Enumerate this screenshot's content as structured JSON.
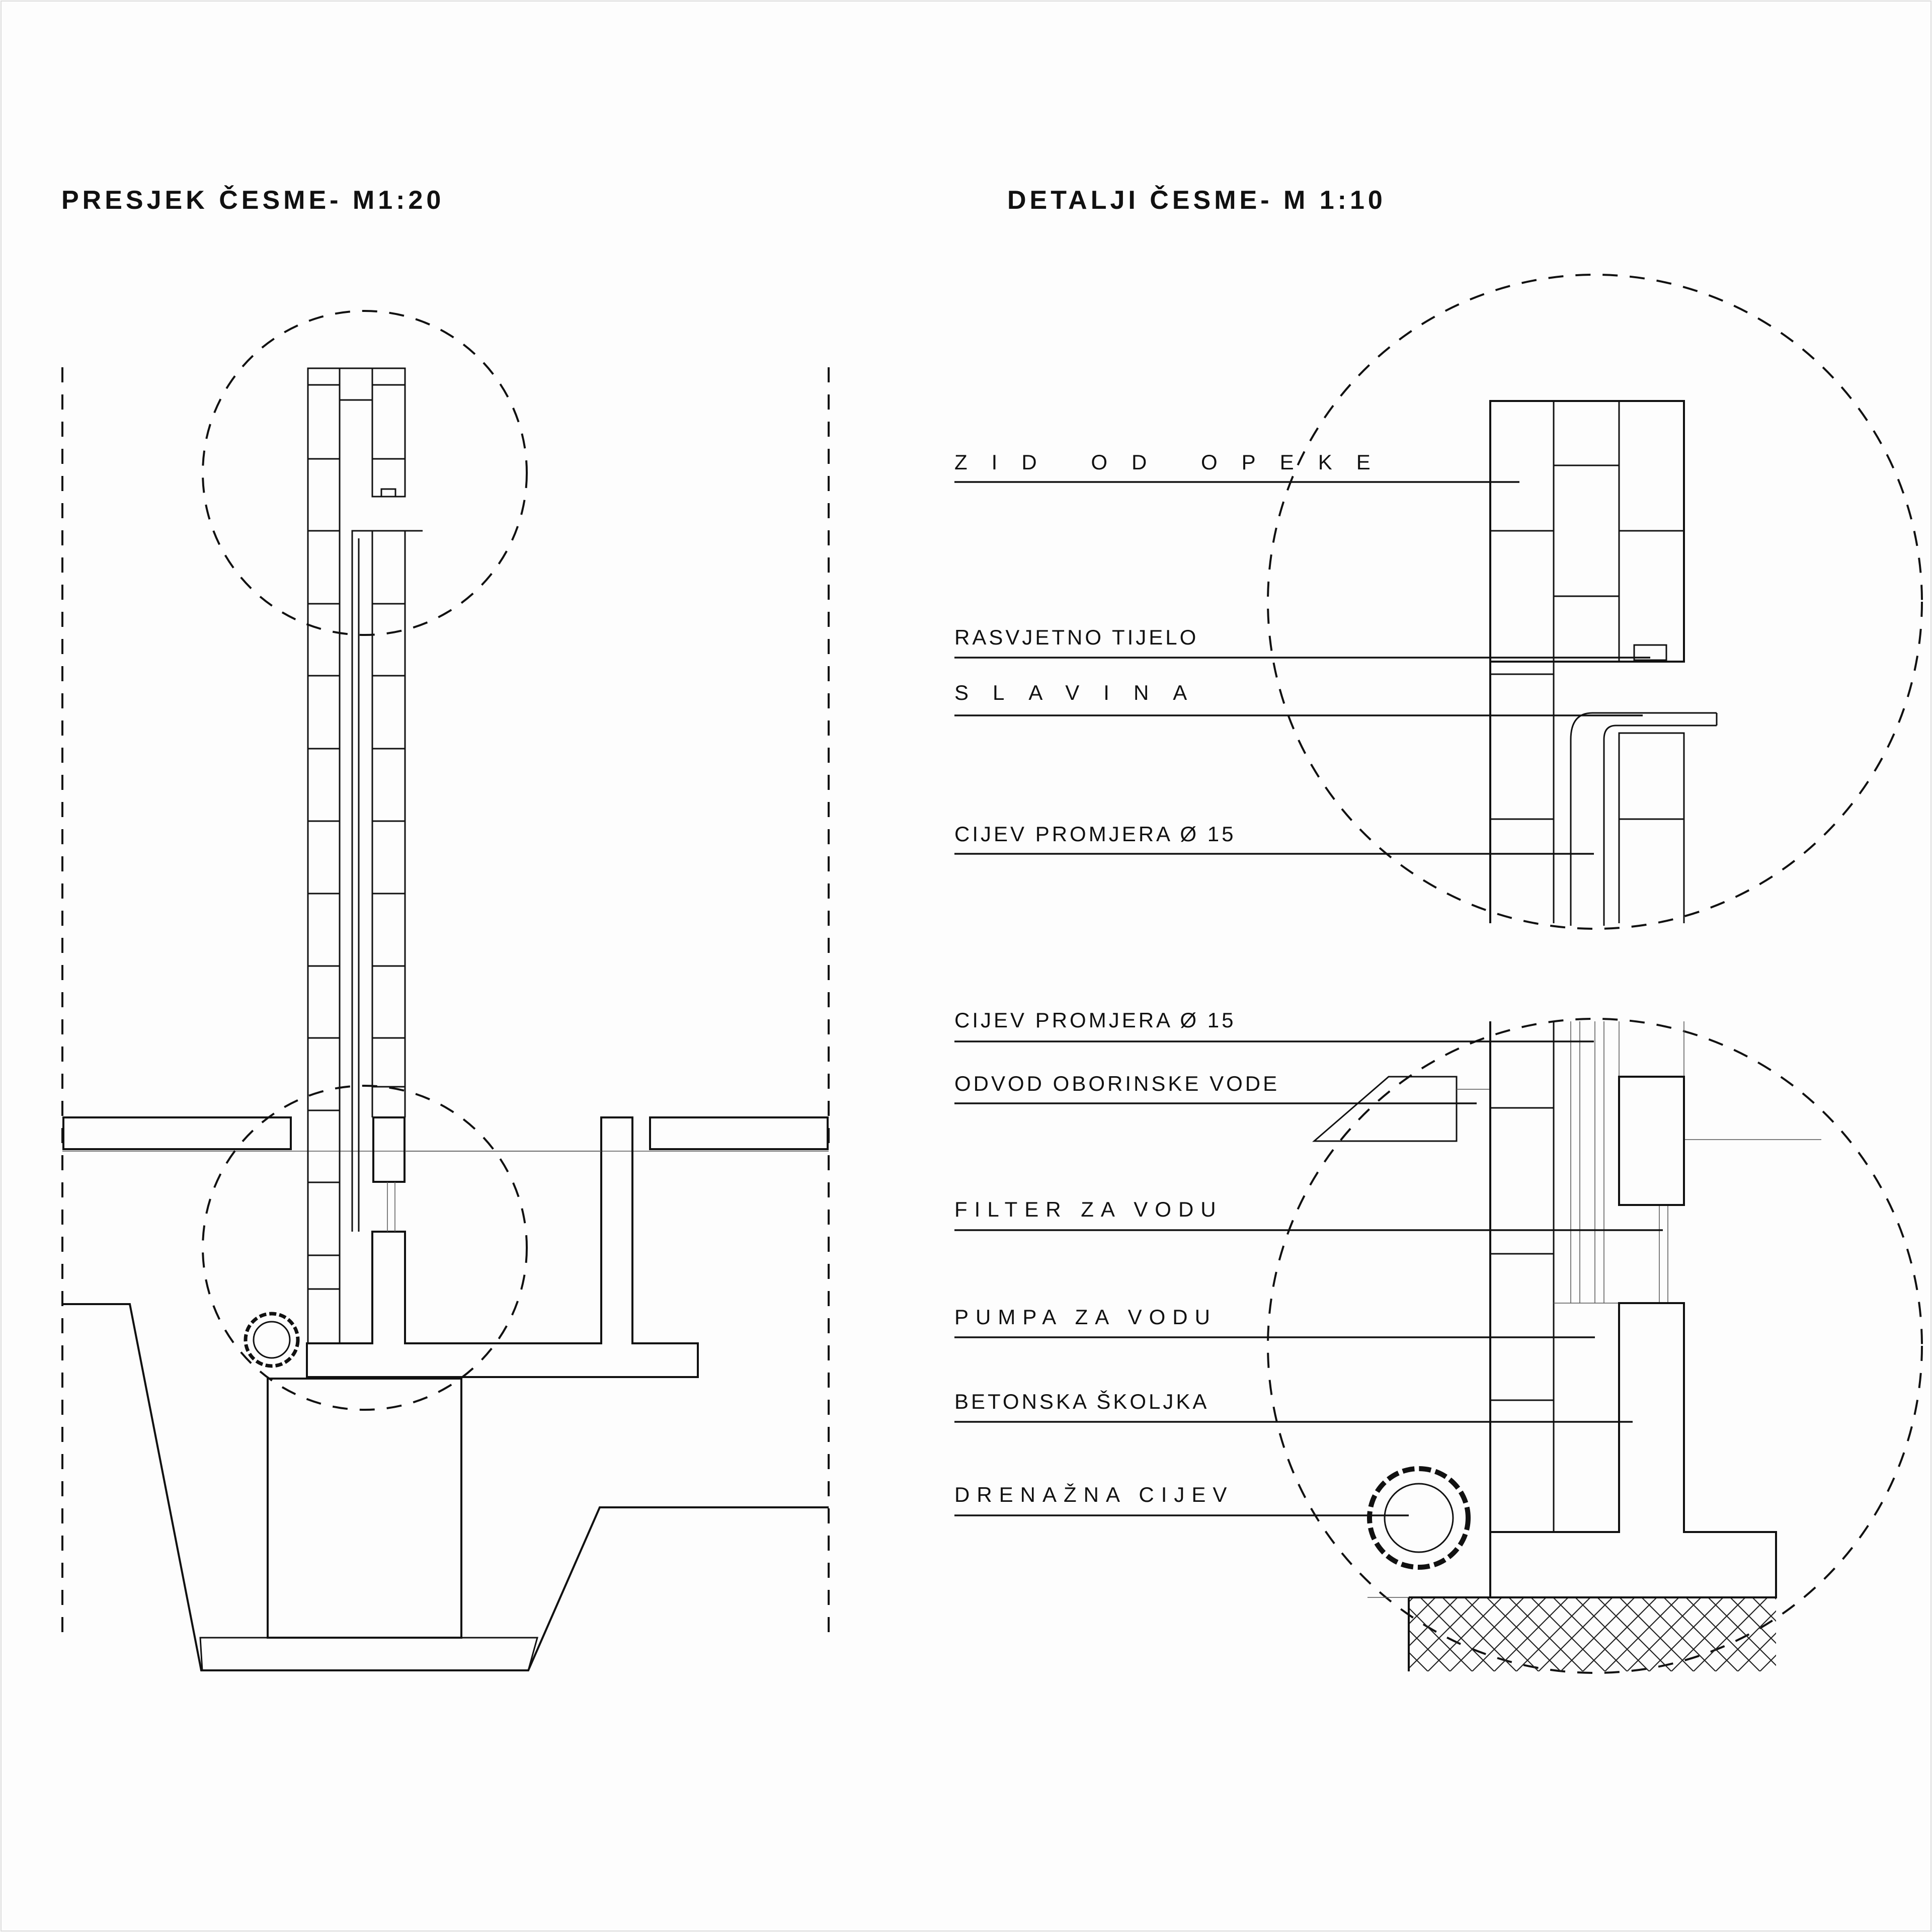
{
  "titles": {
    "section": "PRESJEK ČESME- M1:20",
    "details": "DETALJI ČESME- M 1:10"
  },
  "labels": {
    "zid_od_opeke": "ZID OD OPEKE",
    "rasvjetno_tijelo": "RASVJETNO TIJELO",
    "slavina": "SLAVINA",
    "cijev_upper": "CIJEV PROMJERA Ø 15",
    "cijev_lower": "CIJEV PROMJERA Ø 15",
    "odvod": "ODVOD OBORINSKE VODE",
    "filter": "FILTER ZA VODU",
    "pumpa": "PUMPA ZA VODU",
    "betonska": "BETONSKA ŠKOLJKA",
    "drenazna": "DRENAŽNA CIJEV"
  },
  "colors": {
    "line": "#111111",
    "background": "#fdfdfd"
  }
}
